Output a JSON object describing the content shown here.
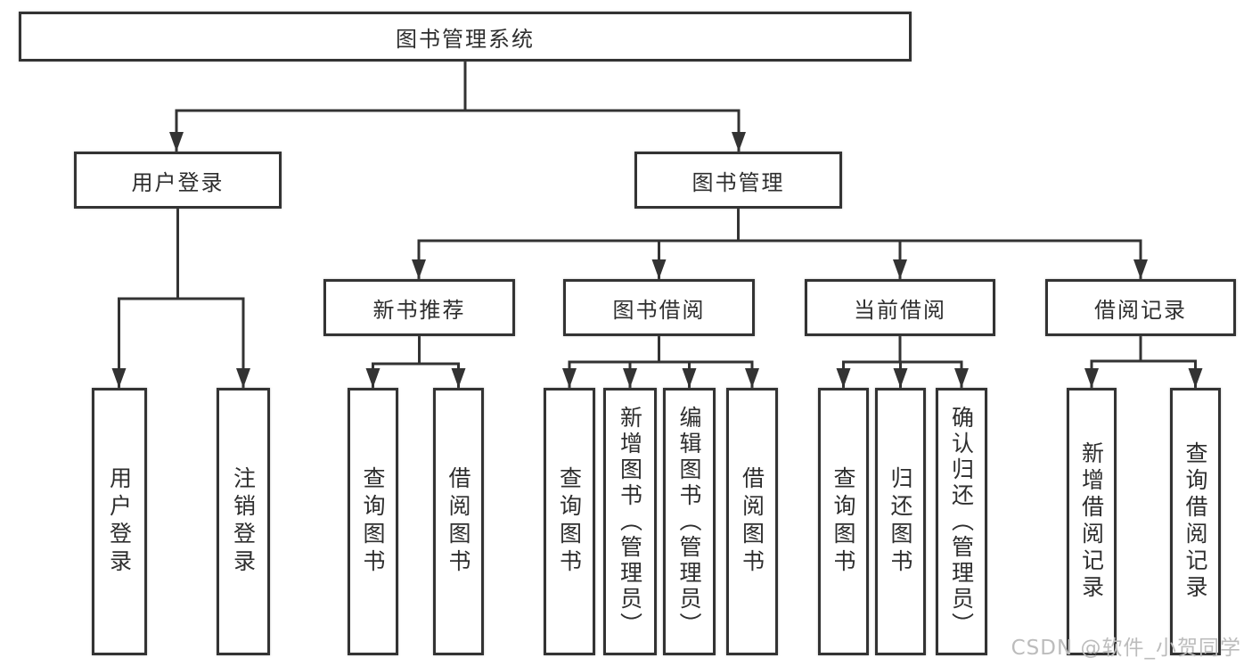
{
  "diagram": {
    "type": "tree-diagram",
    "title": "图书管理系统",
    "colors": {
      "line": "#333333",
      "border": "#333333",
      "text": "#2e2e2e",
      "box_bg": "#ffffff"
    },
    "nodes": {
      "root": "图书管理系统",
      "user_login": "用户登录",
      "book_management": "图书管理",
      "new_book_recommend": "新书推荐",
      "book_borrow": "图书借阅",
      "current_borrow": "当前借阅",
      "borrow_records": "借阅记录",
      "leaf_user_login": "用户登录",
      "leaf_logout": "注销登录",
      "leaf_nbr_query_book": "查询图书",
      "leaf_nbr_borrow_book": "借阅图书",
      "leaf_bb_query_book": "查询图书",
      "leaf_bb_add_book": "新增图书（管理员）",
      "leaf_bb_edit_book": "编辑图书（管理员）",
      "leaf_bb_borrow_book": "借阅图书",
      "leaf_cb_query_book": "查询图书",
      "leaf_cb_return_book": "归还图书",
      "leaf_cb_confirm_return": "确认归还（管理员）",
      "leaf_br_add_record": "新增借阅记录",
      "leaf_br_query_record": "查询借阅记录"
    },
    "edges": [
      [
        "root",
        "user_login"
      ],
      [
        "root",
        "book_management"
      ],
      [
        "user_login",
        "leaf_user_login"
      ],
      [
        "user_login",
        "leaf_logout"
      ],
      [
        "book_management",
        "new_book_recommend"
      ],
      [
        "book_management",
        "book_borrow"
      ],
      [
        "book_management",
        "current_borrow"
      ],
      [
        "book_management",
        "borrow_records"
      ],
      [
        "new_book_recommend",
        "leaf_nbr_query_book"
      ],
      [
        "new_book_recommend",
        "leaf_nbr_borrow_book"
      ],
      [
        "book_borrow",
        "leaf_bb_query_book"
      ],
      [
        "book_borrow",
        "leaf_bb_add_book"
      ],
      [
        "book_borrow",
        "leaf_bb_edit_book"
      ],
      [
        "book_borrow",
        "leaf_bb_borrow_book"
      ],
      [
        "current_borrow",
        "leaf_cb_query_book"
      ],
      [
        "current_borrow",
        "leaf_cb_return_book"
      ],
      [
        "current_borrow",
        "leaf_cb_confirm_return"
      ],
      [
        "borrow_records",
        "leaf_br_add_record"
      ],
      [
        "borrow_records",
        "leaf_br_query_record"
      ]
    ]
  },
  "watermark": {
    "text": "CSDN @软件_小贺同学",
    "color": "#bcbcbc"
  }
}
